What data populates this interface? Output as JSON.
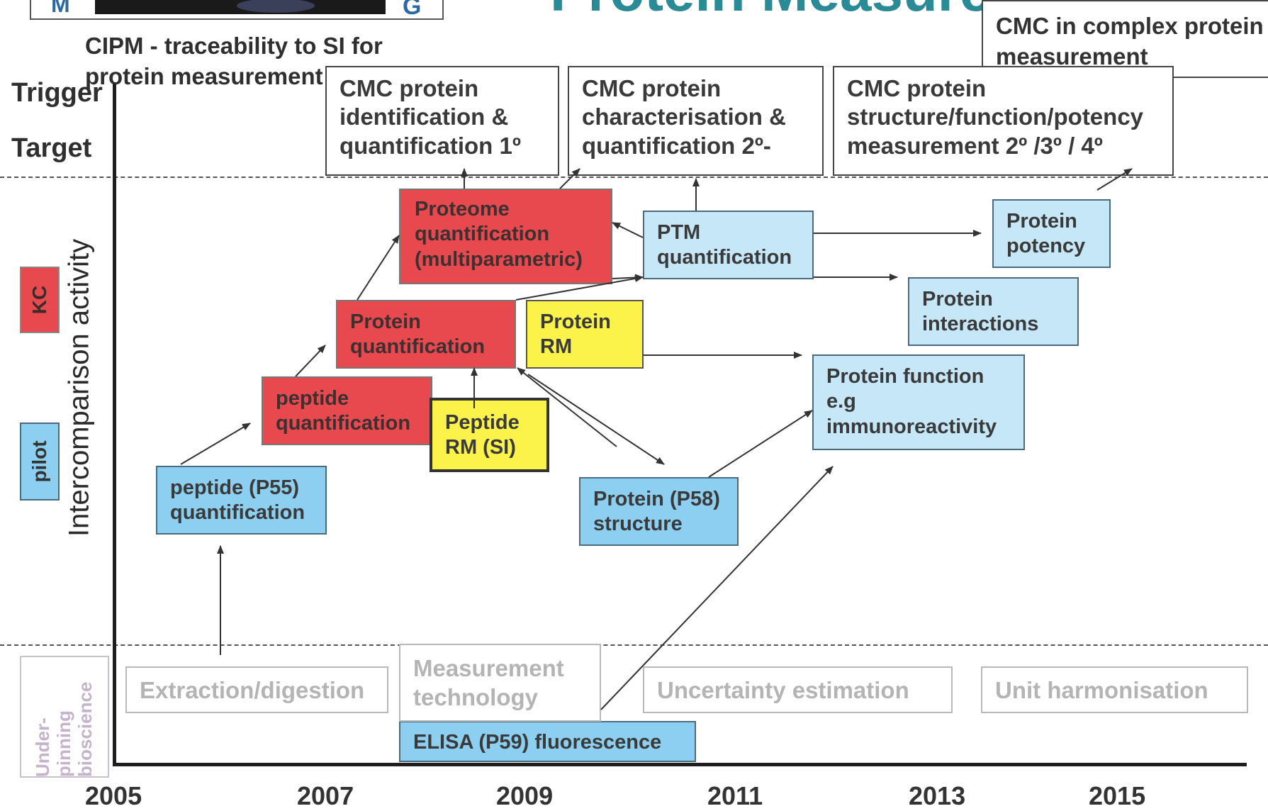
{
  "header": {
    "logo_left_letter": "M",
    "logo_right_letter": "G",
    "big_title_fragment": "Protein Measurement",
    "subtitle": "CIPM - traceability to SI for protein measurement",
    "corner_box": "CMC in complex protein measurement"
  },
  "left_labels": {
    "trigger": "Trigger",
    "target": "Target",
    "kc": "KC",
    "pilot": "pilot",
    "axis_title": "Intercomparison activity",
    "underpinning": "Under-pinning bioscience"
  },
  "targets": {
    "t1": "CMC protein identification & quantification 1º",
    "t2": "CMC protein characterisation & quantification 2º-",
    "t3": "CMC protein structure/function/potency measurement 2º /3º / 4º"
  },
  "nodes": {
    "proteome": "Proteome quantification (multiparametric)",
    "protein_quant": "Protein quantification",
    "peptide_quant": "peptide quantification",
    "peptide_p55": "peptide (P55) quantification",
    "protein_rm": "Protein RM",
    "peptide_rm": "Peptide RM (SI)",
    "ptm": "PTM quantification",
    "protein_potency": "Protein potency",
    "protein_interactions": "Protein interactions",
    "protein_function": "Protein function e.g immunoreactivity",
    "protein_p58": "Protein (P58) structure",
    "elisa": "ELISA (P59) fluorescence"
  },
  "underpinning_boxes": {
    "extraction": "Extraction/digestion",
    "measurement_tech": "Measurement technology",
    "uncertainty": "Uncertainty estimation",
    "unit": "Unit harmonisation"
  },
  "years": [
    "2005",
    "2007",
    "2009",
    "2011",
    "2013",
    "2015"
  ],
  "colors": {
    "kc": "#e8494f",
    "pilot": "#8ccff0",
    "reference_material": "#fbf34a",
    "title_teal": "#2a8a96"
  }
}
